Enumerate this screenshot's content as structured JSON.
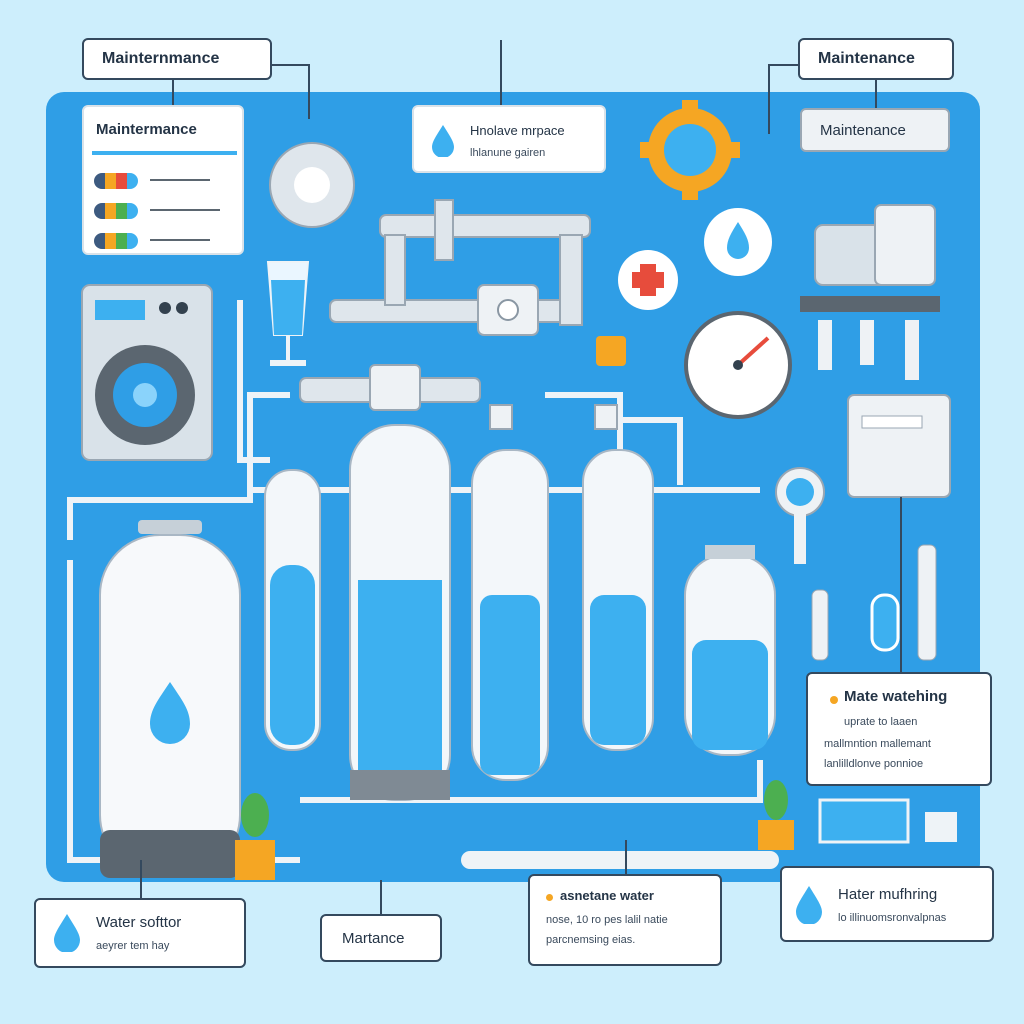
{
  "callouts": {
    "top_left": "Mainternmance",
    "panel_card": "Maintermance",
    "top_center": {
      "title": "Hnolave mrpace",
      "sub": "lhlanune gairen"
    },
    "top_right": "Maintenance",
    "panel_right": "Maintenance",
    "right_info": {
      "title": "Mate watehing",
      "line1": "uprate to laaen",
      "line2": "mallmntion mallemant",
      "line3": "lanlilldlonve ponnioe"
    },
    "bottom_left": {
      "title": "Water softtor",
      "sub": "aeyrer tem hay"
    },
    "bottom_mid": "Martance",
    "bottom_center": {
      "title": "asnetane water",
      "line1": "nose, 10 ro pes lalil natie",
      "line2": "parcnemsing eias."
    },
    "bottom_right": {
      "title": "Hater mufhring",
      "sub": "lo illinuomsronvalpnas"
    }
  },
  "colors": {
    "background": "#cdeefc",
    "panel": "#2f9ee6",
    "water": "#3db0f0",
    "accent_orange": "#f5a623",
    "accent_red": "#e74c3c"
  },
  "icons": [
    "water-drop-icon",
    "gear-icon",
    "first-aid-icon",
    "pressure-gauge-icon",
    "wrench-icon",
    "key-icon",
    "plant-icon",
    "washing-machine-icon",
    "valve-icon"
  ]
}
